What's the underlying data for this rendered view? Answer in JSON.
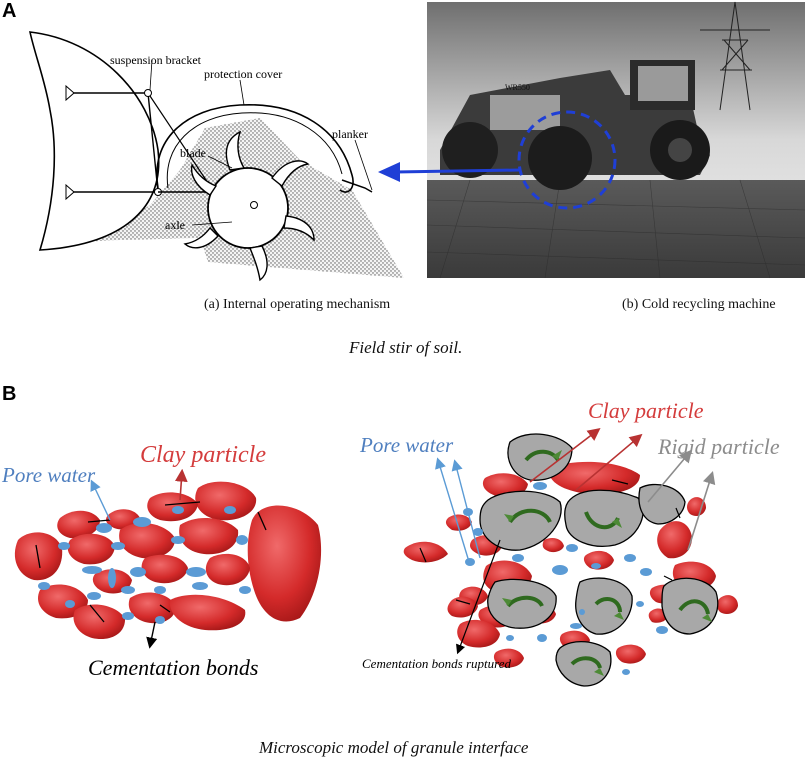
{
  "panels": {
    "a": {
      "letter": "A",
      "mechanism_labels": {
        "suspension_bracket": "suspension bracket",
        "protection_cover": "protection cover",
        "planker": "planker",
        "blade": "blade",
        "axle": "axle"
      },
      "photo_text": "WR550",
      "caption_left": "(a) Internal operating mechanism",
      "caption_right": "(b) Cold recycling machine",
      "title": "Field stir of soil."
    },
    "b": {
      "letter": "B",
      "left_labels": {
        "clay": "Clay particle",
        "pore": "Pore water",
        "cement": "Cementation bonds"
      },
      "right_labels": {
        "clay": "Clay particle",
        "pore": "Pore water",
        "rigid": "Rigid particle",
        "cement": "Cementation bonds ruptured"
      },
      "title": "Microscopic model of granule interface"
    }
  },
  "colors": {
    "clay": "#d42a2a",
    "clay_label": "#d43c3c",
    "pore": "#5b9bd5",
    "pore_label": "#4f7fbf",
    "rigid": "#a8a8a8",
    "rigid_label": "#8c8c8c",
    "arrow_green": "#3f7a2a",
    "link_arrow": "#1f3fd6"
  }
}
